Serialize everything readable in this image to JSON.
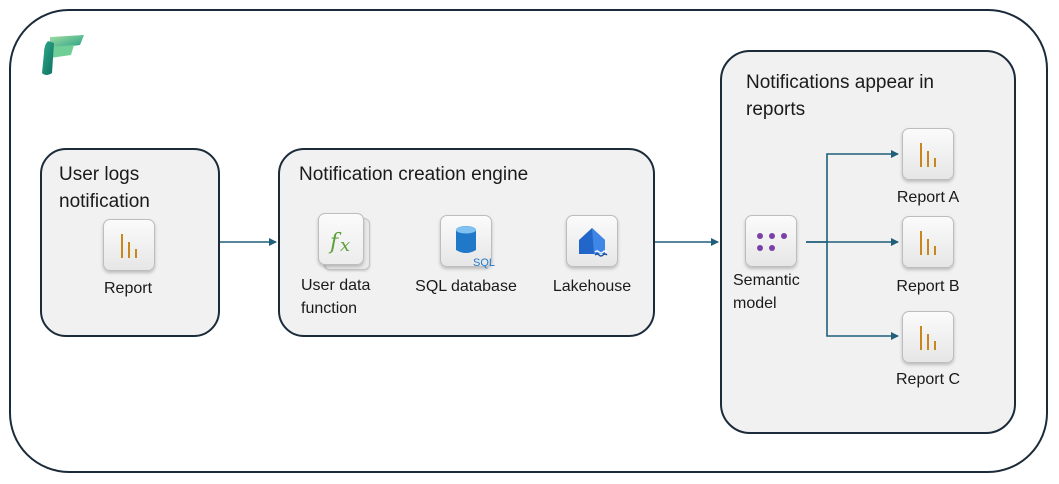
{
  "stage1": {
    "title_line1": "User logs",
    "title_line2": "notification",
    "report_label": "Report"
  },
  "stage2": {
    "title": "Notification creation engine",
    "udf_label_line1": "User data",
    "udf_label_line2": "function",
    "sql_label": "SQL database",
    "sql_badge": "SQL",
    "lakehouse_label": "Lakehouse"
  },
  "stage3": {
    "title_line1": "Notifications appear in",
    "title_line2": "reports",
    "semantic_label_line1": "Semantic",
    "semantic_label_line2": "model",
    "reports": [
      "Report A",
      "Report B",
      "Report C"
    ]
  },
  "icons": {
    "logo": "fabric-logo-icon",
    "report": "report-icon",
    "udf": "function-fx-icon",
    "sql": "sql-database-icon",
    "lakehouse": "lakehouse-icon",
    "semantic": "semantic-model-icon"
  },
  "colors": {
    "border": "#1b2b3a",
    "box_fill": "#f1f1f1",
    "arrow": "#1f5f7a",
    "report_bars": "#c9861d",
    "fx_green": "#5aa13a",
    "sql_blue": "#1f78c8",
    "lakehouse_blue": "#2166c8",
    "semantic_purple": "#7a3fa8"
  }
}
